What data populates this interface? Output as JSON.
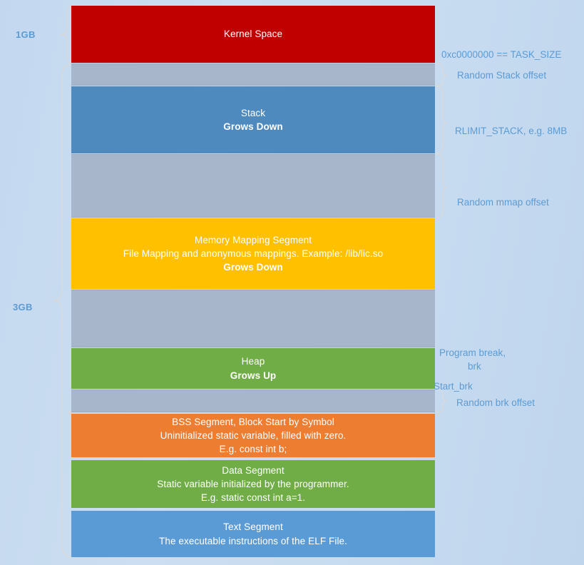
{
  "diagram": {
    "title": "Linux process virtual memory layout",
    "colors": {
      "kernel": "#c00000",
      "stack": "#4e8abe",
      "mmap": "#ffc000",
      "heap": "#70ad47",
      "bss": "#ed7d31",
      "data": "#70ad47",
      "text": "#5b9bd5",
      "gap": "#a8b6cc",
      "annotation": "#5b9bd5",
      "background": "#c8dcf0"
    }
  },
  "scale_labels": [
    {
      "id": "gb1",
      "text": "1GB"
    },
    {
      "id": "gb3",
      "text": "3GB"
    }
  ],
  "blocks": [
    {
      "id": "kernel-space",
      "lines": [
        {
          "text": "Kernel Space",
          "bold": false
        }
      ]
    },
    {
      "id": "stack",
      "lines": [
        {
          "text": "Stack",
          "bold": false
        },
        {
          "text": "Grows Down",
          "bold": true
        }
      ]
    },
    {
      "id": "memory-mapping-segment",
      "lines": [
        {
          "text": "Memory Mapping Segment",
          "bold": false
        },
        {
          "text": "File Mapping and anonymous mappings. Example: /lib/lic.so",
          "bold": false
        },
        {
          "text": "Grows Down",
          "bold": true
        }
      ]
    },
    {
      "id": "heap",
      "lines": [
        {
          "text": "Heap",
          "bold": false
        },
        {
          "text": "Grows Up",
          "bold": true
        }
      ]
    },
    {
      "id": "bss-segment",
      "lines": [
        {
          "text": "BSS Segment, Block Start by Symbol",
          "bold": false
        },
        {
          "text": "Uninitialized static variable, filled with zero.",
          "bold": false
        },
        {
          "text": "E.g. const int b;",
          "bold": false
        }
      ]
    },
    {
      "id": "data-segment",
      "lines": [
        {
          "text": "Data Segment",
          "bold": false
        },
        {
          "text": "Static variable initialized by the programmer.",
          "bold": false
        },
        {
          "text": "E.g. static const int a=1.",
          "bold": false
        }
      ]
    },
    {
      "id": "text-segment",
      "lines": [
        {
          "text": "Text Segment",
          "bold": false
        },
        {
          "text": "The executable instructions of the ELF File.",
          "bold": false
        }
      ]
    }
  ],
  "annotations": [
    {
      "id": "task-size",
      "text": "0xc0000000 == TASK_SIZE"
    },
    {
      "id": "random-stack-offset",
      "text": "Random Stack offset"
    },
    {
      "id": "rlimit-stack",
      "text": "RLIMIT_STACK, e.g. 8MB"
    },
    {
      "id": "random-mmap-offset",
      "text": "Random mmap offset"
    },
    {
      "id": "program-break",
      "text": "Program break,"
    },
    {
      "id": "brk",
      "text": "brk"
    },
    {
      "id": "start-brk",
      "text": "Start_brk"
    },
    {
      "id": "random-brk-offset",
      "text": "Random brk offset"
    }
  ]
}
